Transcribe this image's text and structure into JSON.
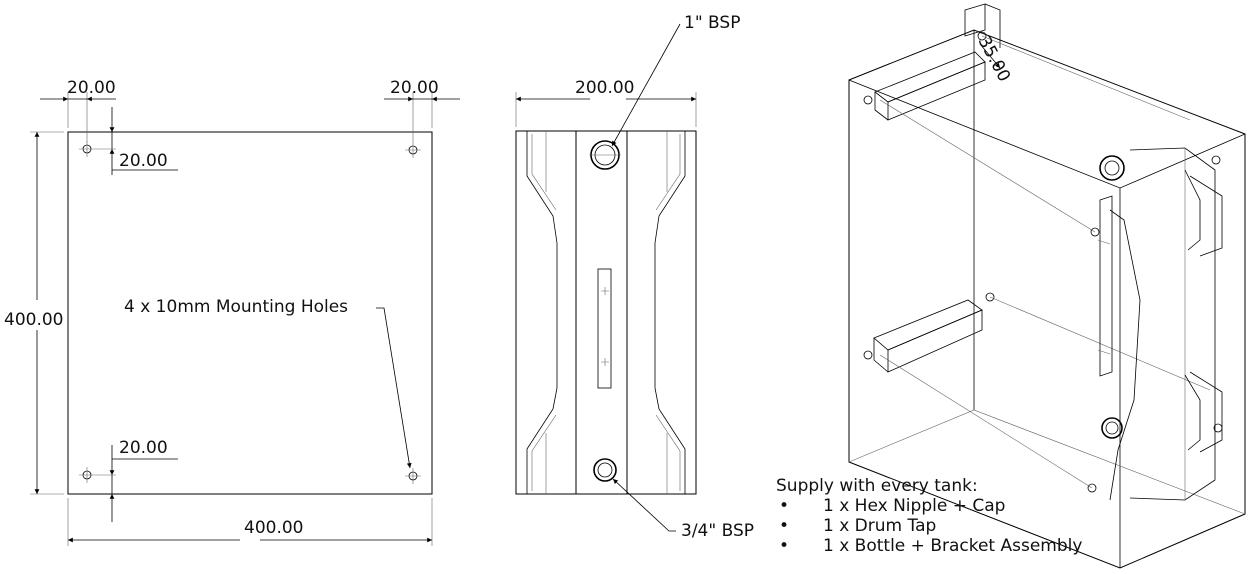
{
  "front_view": {
    "dim_top_left": "20.00",
    "dim_top_right": "20.00",
    "dim_left_vertical": "20.00",
    "dim_bottom_left": "20.00",
    "height": "400.00",
    "width": "400.00",
    "holes_note": "4 x 10mm Mounting Holes"
  },
  "side_view": {
    "width": "200.00",
    "top_port": "1\" BSP",
    "bottom_port": "3/4\" BSP"
  },
  "iso_view": {
    "dim_label": "35.00"
  },
  "supply": {
    "heading": "Supply with every tank:",
    "items": [
      "1 x Hex Nipple + Cap",
      "1 x Drum Tap",
      "1 x Bottle + Bracket Assembly"
    ]
  }
}
